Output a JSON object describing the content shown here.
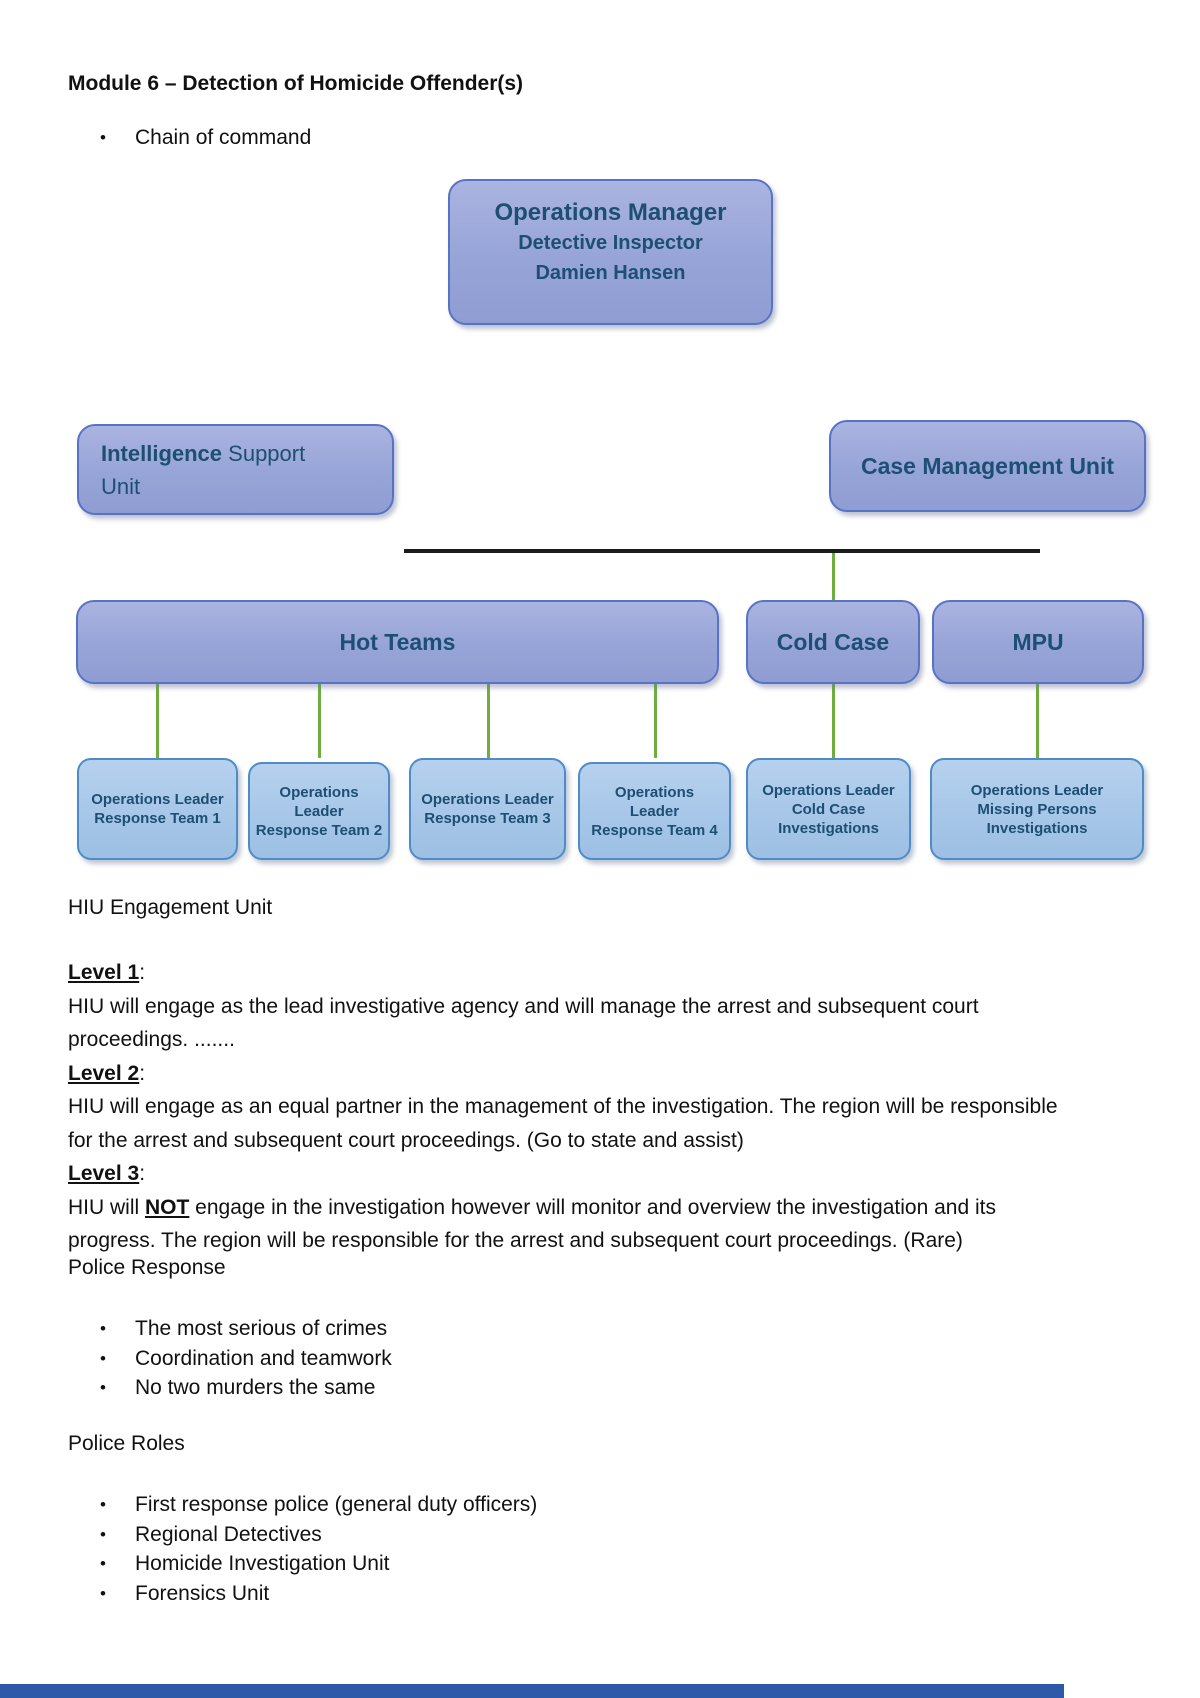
{
  "page": {
    "title": "Module 6 – Detection of Homicide Offender(s)",
    "intro_bullet": "Chain of command"
  },
  "org_chart": {
    "operations_manager": {
      "title": "Operations Manager",
      "rank": "Detective Inspector",
      "name": "Damien Hansen"
    },
    "intelligence_support_unit": {
      "line1_bold": "Intelligence",
      "line1_rest": " Support",
      "line2": "Unit"
    },
    "case_management_unit": "Case Management Unit",
    "mid_row": [
      {
        "label": "Hot Teams"
      },
      {
        "label": "Cold Case"
      },
      {
        "label": "MPU"
      }
    ],
    "leaf_boxes": [
      {
        "lines": [
          "Operations Leader",
          "Response Team 1"
        ]
      },
      {
        "lines": [
          "Operations",
          "Leader",
          "Response Team 2"
        ]
      },
      {
        "lines": [
          "Operations Leader",
          "Response Team 3"
        ]
      },
      {
        "lines": [
          "Operations",
          "Leader",
          "Response Team 4"
        ]
      },
      {
        "lines": [
          "Operations Leader",
          "Cold Case",
          "Investigations"
        ]
      },
      {
        "lines": [
          "Operations Leader",
          "Missing Persons",
          "Investigations"
        ]
      }
    ]
  },
  "sections": {
    "hiu_heading": "HIU Engagement Unit",
    "level1": {
      "label": "Level 1",
      "colon": ":",
      "text": "HIU will engage as the lead investigative agency and will manage the arrest and subsequent court proceedings. ......."
    },
    "level2": {
      "label": "Level 2",
      "colon": ":",
      "text": "HIU will engage as an equal partner in the management of the investigation.  The region will be responsible for the arrest and subsequent court proceedings. (Go to state and assist)"
    },
    "level3": {
      "label": "Level 3",
      "colon": ":",
      "text_before": "HIU will ",
      "bold_word": "NOT",
      "text_after": " engage in the investigation however will monitor and overview the investigation and its progress. The region will be responsible for the arrest and subsequent court proceedings. (Rare)"
    },
    "police_response": {
      "heading": "Police Response",
      "bullets": [
        "The most serious of crimes",
        "Coordination and teamwork",
        "No two murders the same"
      ]
    },
    "police_roles": {
      "heading": "Police Roles",
      "bullets": [
        "First response police (general duty officers)",
        "Regional Detectives",
        "Homicide Investigation Unit",
        "Forensics Unit"
      ]
    }
  },
  "colors": {
    "upper_box_fill": "#97a4d7",
    "upper_box_border": "#5873c5",
    "leaf_box_fill": "#a6c6e8",
    "leaf_box_border": "#4e8bc8",
    "box_text": "#1c4f72",
    "connector_green": "#6fae3e",
    "connector_black": "#1b1b1b",
    "footer_bar": "#2e59a8"
  }
}
